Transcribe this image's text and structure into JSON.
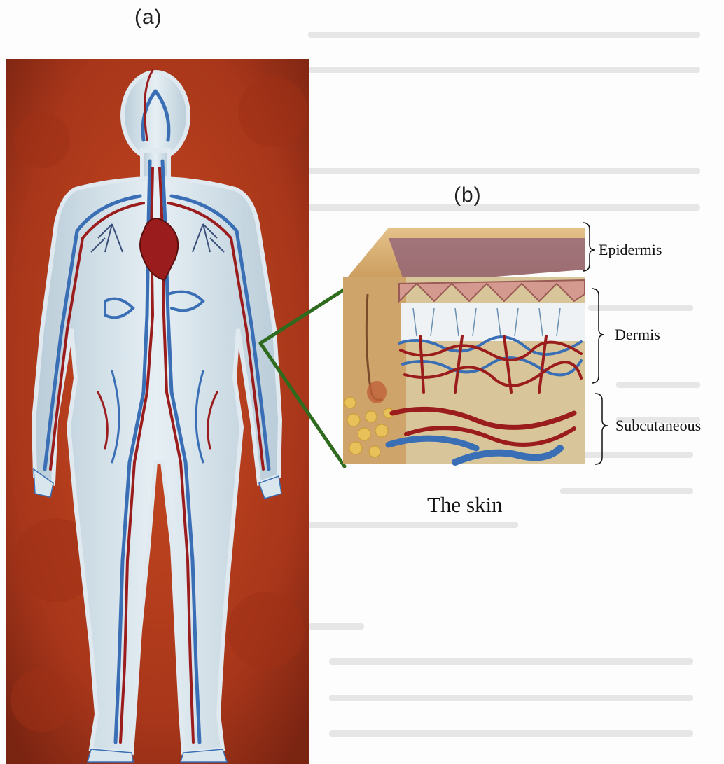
{
  "panels": {
    "a_label": "(a)",
    "b_label": "(b)"
  },
  "skin_layers": [
    "Epidermis",
    "Dermis",
    "Subcutaneous"
  ],
  "caption": "The skin",
  "colors": {
    "body_background": "#b8401e",
    "body_silhouette": "#d9e6ee",
    "vein": "#3a6fb5",
    "artery": "#9b1c1c",
    "connector": "#2f6b1f",
    "epidermis_surface": "#d9b47a",
    "dermis_papillae": "#d49a8f",
    "subcutaneous_fat": "#e8c15a"
  }
}
